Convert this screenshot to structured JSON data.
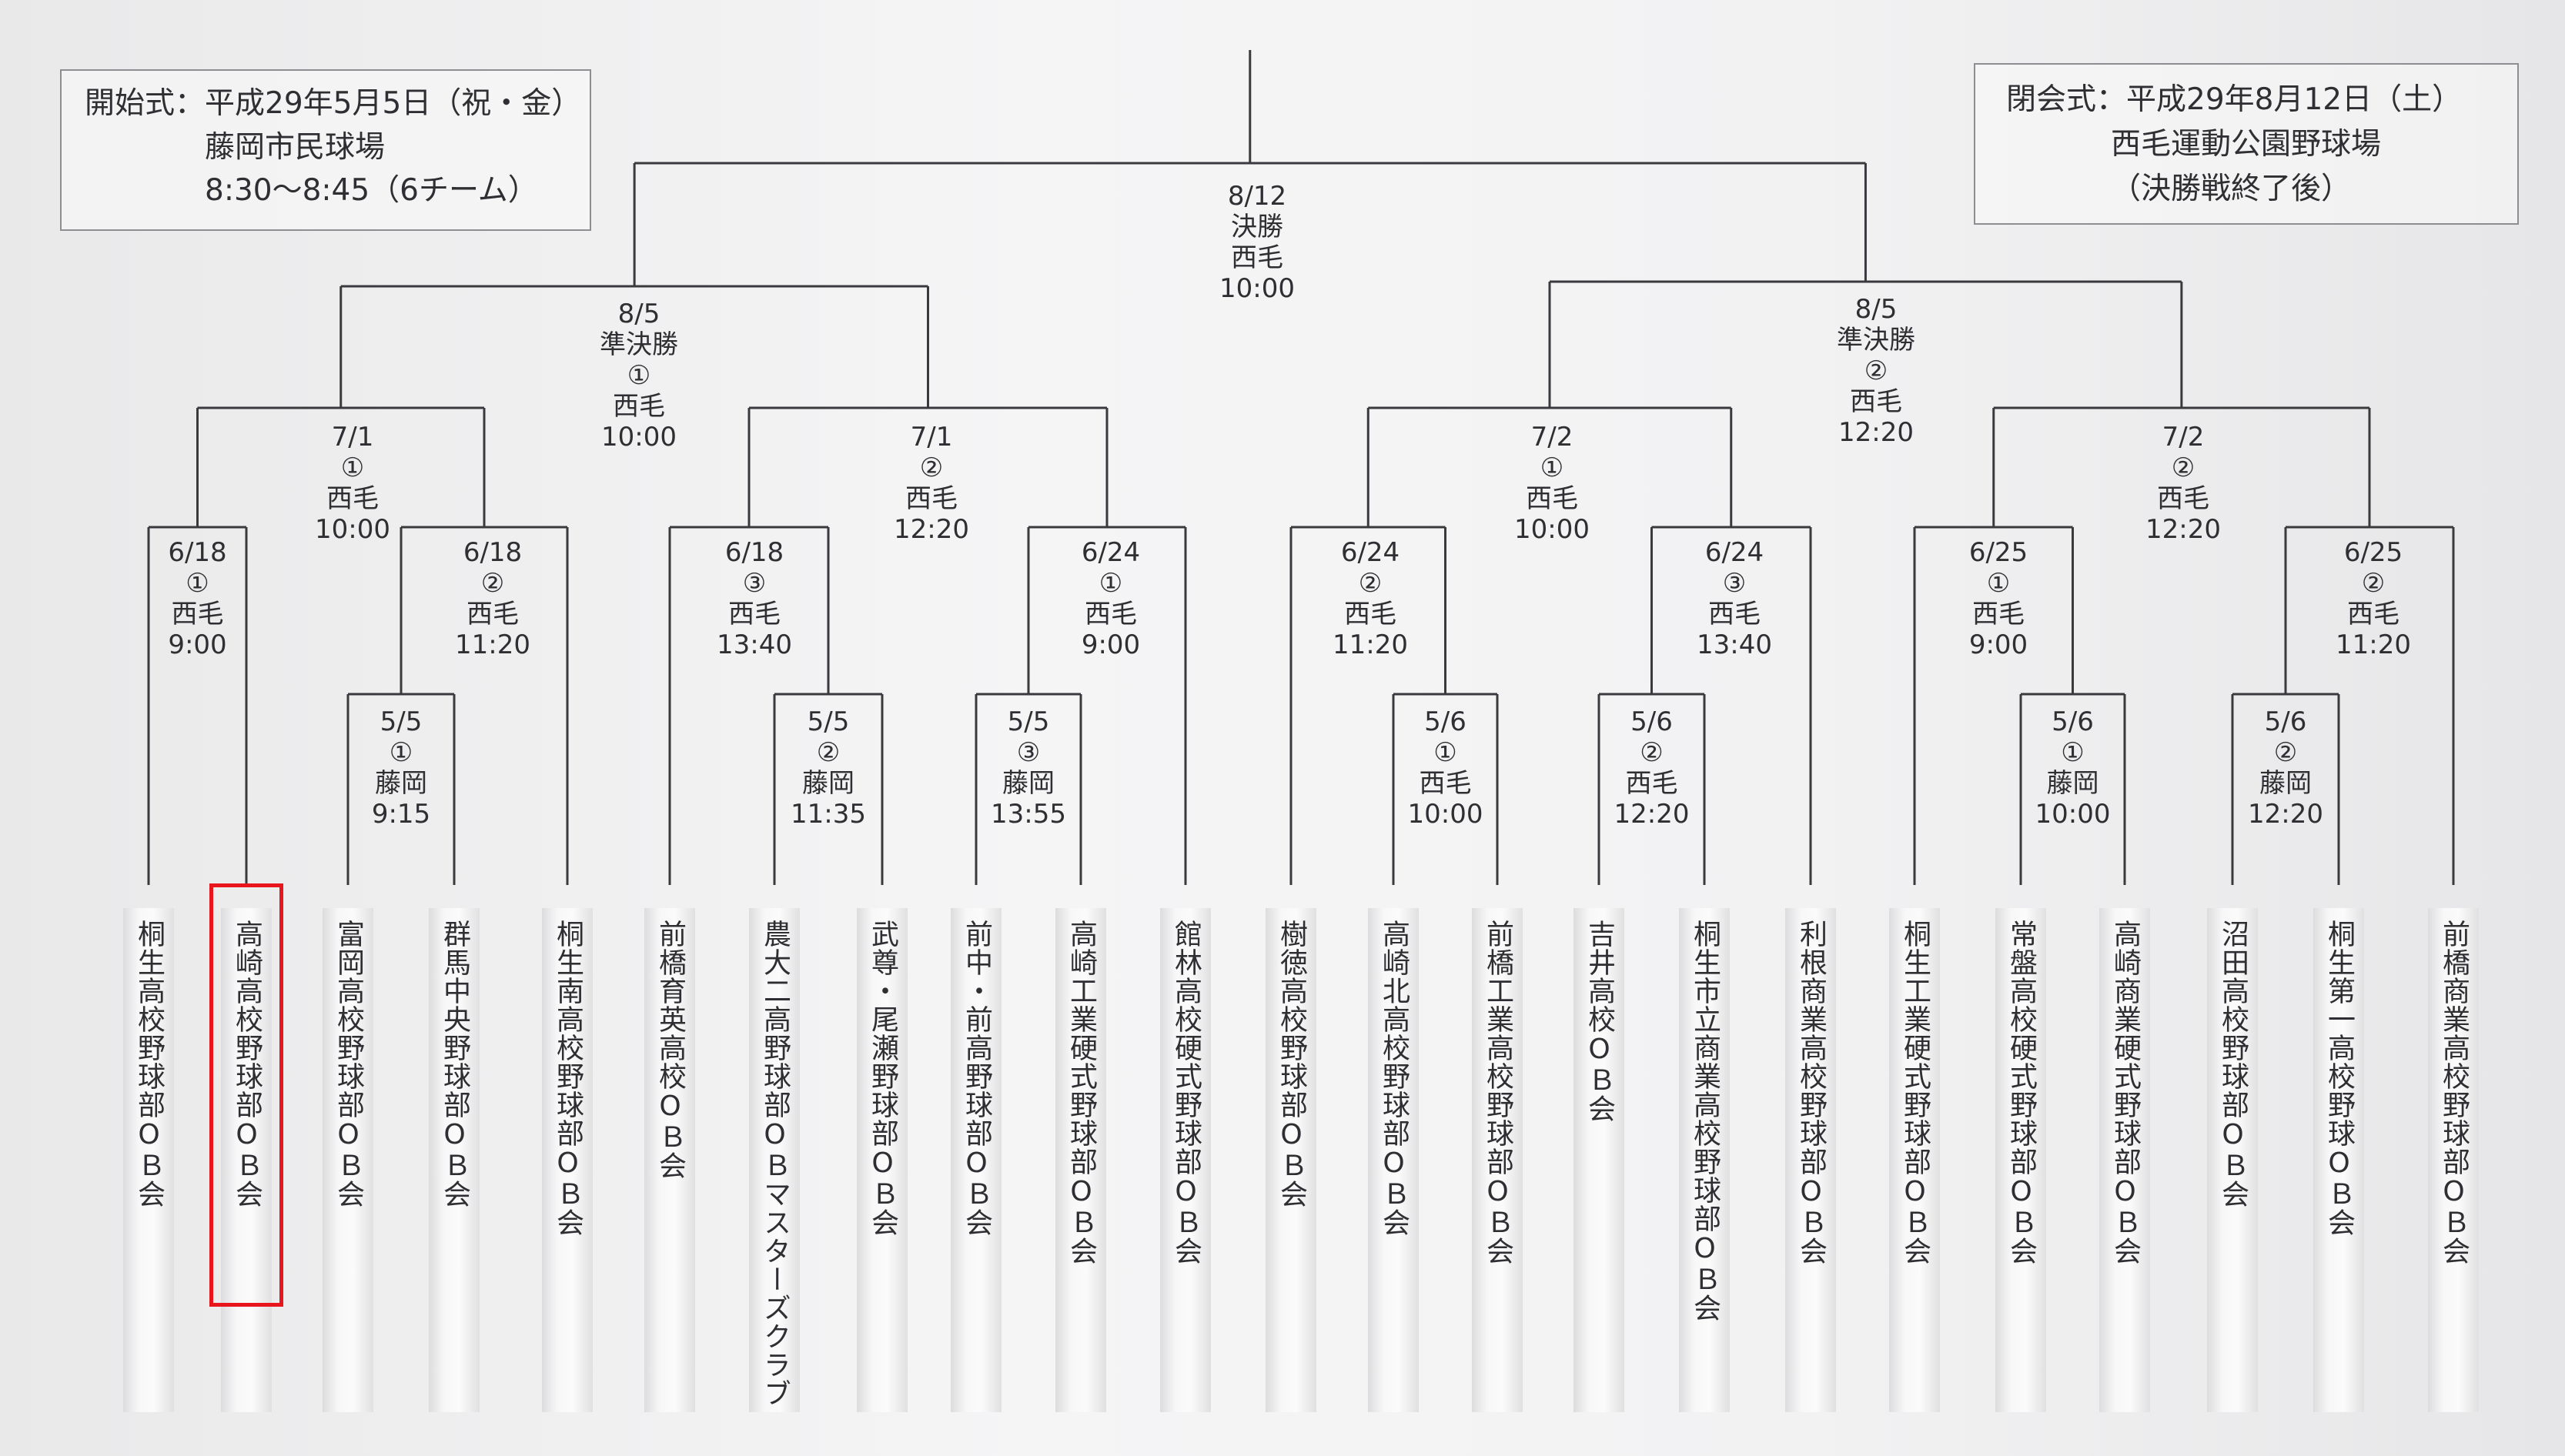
{
  "opening": {
    "label": "開始式：",
    "date": "平成29年5月5日（祝・金）",
    "venue": "藤岡市民球場",
    "time": "8:30〜8:45（6チーム）"
  },
  "closing": {
    "label": "閉会式：",
    "date": "平成29年8月12日（土）",
    "venue": "西毛運動公園野球場",
    "note": "（決勝戦終了後）"
  },
  "matches": [
    {
      "id": "r1a",
      "lines": [
        "5/5",
        "①",
        "藤岡",
        "9:15"
      ]
    },
    {
      "id": "r1b",
      "lines": [
        "5/5",
        "②",
        "藤岡",
        "11:35"
      ]
    },
    {
      "id": "r1c",
      "lines": [
        "5/5",
        "③",
        "藤岡",
        "13:55"
      ]
    },
    {
      "id": "r1d",
      "lines": [
        "5/6",
        "①",
        "西毛",
        "10:00"
      ]
    },
    {
      "id": "r1e",
      "lines": [
        "5/6",
        "②",
        "西毛",
        "12:20"
      ]
    },
    {
      "id": "r1f",
      "lines": [
        "5/6",
        "①",
        "藤岡",
        "10:00"
      ]
    },
    {
      "id": "r1g",
      "lines": [
        "5/6",
        "②",
        "藤岡",
        "12:20"
      ]
    },
    {
      "id": "r2a",
      "lines": [
        "6/18",
        "①",
        "西毛",
        "9:00"
      ]
    },
    {
      "id": "r2b",
      "lines": [
        "6/18",
        "②",
        "西毛",
        "11:20"
      ]
    },
    {
      "id": "r2c",
      "lines": [
        "6/18",
        "③",
        "西毛",
        "13:40"
      ]
    },
    {
      "id": "r2d",
      "lines": [
        "6/24",
        "①",
        "西毛",
        "9:00"
      ]
    },
    {
      "id": "r2e",
      "lines": [
        "6/24",
        "②",
        "西毛",
        "11:20"
      ]
    },
    {
      "id": "r2f",
      "lines": [
        "6/24",
        "③",
        "西毛",
        "13:40"
      ]
    },
    {
      "id": "r2g",
      "lines": [
        "6/25",
        "①",
        "西毛",
        "9:00"
      ]
    },
    {
      "id": "r2h",
      "lines": [
        "6/25",
        "②",
        "西毛",
        "11:20"
      ]
    },
    {
      "id": "qfa",
      "lines": [
        "7/1",
        "①",
        "西毛",
        "10:00"
      ]
    },
    {
      "id": "qfb",
      "lines": [
        "7/1",
        "②",
        "西毛",
        "12:20"
      ]
    },
    {
      "id": "qfc",
      "lines": [
        "7/2",
        "①",
        "西毛",
        "10:00"
      ]
    },
    {
      "id": "qfd",
      "lines": [
        "7/2",
        "②",
        "西毛",
        "12:20"
      ]
    },
    {
      "id": "sfa",
      "lines": [
        "8/5",
        "準決勝",
        "①",
        "西毛",
        "10:00"
      ]
    },
    {
      "id": "sfb",
      "lines": [
        "8/5",
        "準決勝",
        "②",
        "西毛",
        "12:20"
      ]
    },
    {
      "id": "final",
      "lines": [
        "8/12",
        "決勝",
        "西毛",
        "10:00"
      ]
    }
  ],
  "teams": [
    "桐生高校野球部ОＢ会",
    "高崎高校野球部ОＢ会",
    "富岡高校野球部ОＢ会",
    "群馬中央野球部ОＢ会",
    "桐生南高校野球部ОＢ会",
    "前橋育英高校ОＢ会",
    "農大二高野球部ОＢマスターズクラブ",
    "武尊・尾瀬野球部ОＢ会",
    "前中・前高野球部ОＢ会",
    "高崎工業硬式野球部ОＢ会",
    "館林高校硬式野球部ОＢ会",
    "樹徳高校野球部ОＢ会",
    "高崎北高校野球部ОＢ会",
    "前橋工業高校野球部ОＢ会",
    "吉井高校ОＢ会",
    "桐生市立商業高校野球部ОＢ会",
    "利根商業高校野球部ОＢ会",
    "桐生工業硬式野球部ОＢ会",
    "常盤高校硬式野球部ОＢ会",
    "高崎商業硬式野球部ОＢ会",
    "沼田高校野球部ОＢ会",
    "桐生第一高校野球ОＢ会",
    "前橋商業高校野球部ОＢ会"
  ],
  "highlighted_team": "高崎高校野球部ОＢ会",
  "colors": {
    "line": "#3a3a3e",
    "highlight": "#e8161c",
    "text": "#2f2f33"
  }
}
